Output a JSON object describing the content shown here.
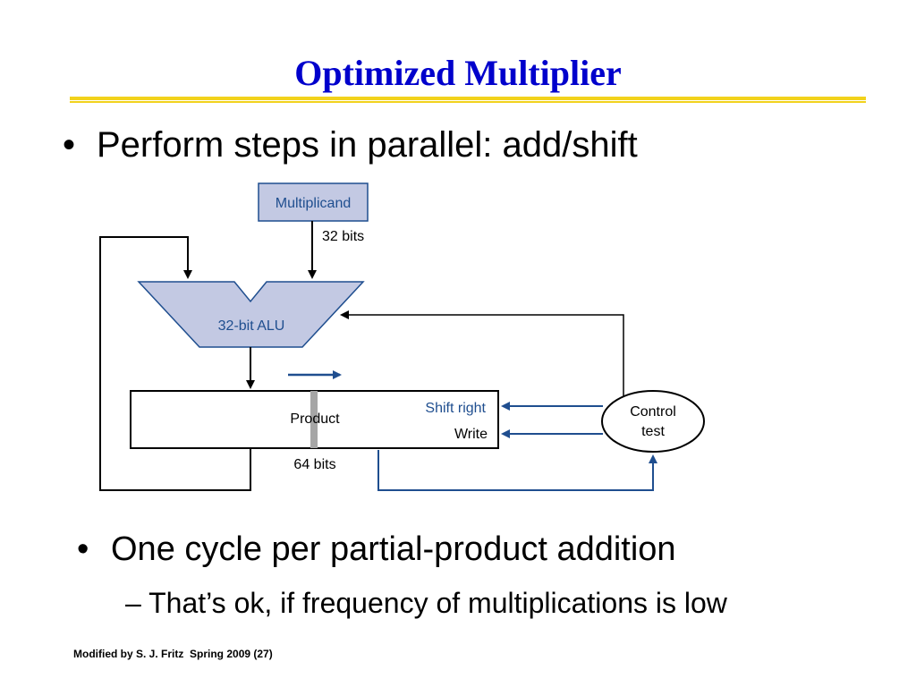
{
  "slide": {
    "title": "Optimized Multiplier",
    "bullet1": "Perform steps in parallel: add/shift",
    "bullet2": "One cycle per partial-product addition",
    "sub_bullet": "– That’s ok, if frequency of multiplications is low",
    "bullet_symbol": "•",
    "footer": "Modified by S. J. Fritz  Spring 2009 (27)"
  },
  "diagram": {
    "multiplicand_label": "Multiplicand",
    "multiplicand_width": "32 bits",
    "alu_label": "32-bit ALU",
    "product_label": "Product",
    "product_width": "64 bits",
    "shift_right_label": "Shift right",
    "write_label": "Write",
    "control_line1": "Control",
    "control_line2": "test",
    "colors": {
      "block_fill": "#c3c9e3",
      "control_signal": "#1f4e8f",
      "title": "#0000cc",
      "rule": "#f2d21b"
    }
  }
}
